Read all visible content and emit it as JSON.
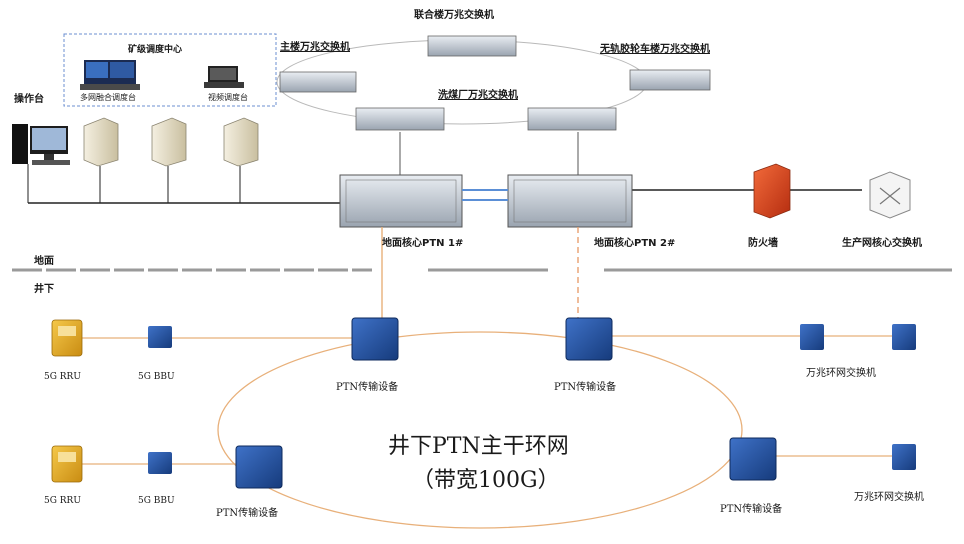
{
  "labels": {
    "lianhe_switch": "联合楼万兆交换机",
    "zhulou_switch": "主楼万兆交换机",
    "wugui_switch": "无轨胶轮车楼万兆交换机",
    "ximei_switch": "洗煤厂万兆交换机",
    "dispatch_center": "矿级调度中心",
    "fusion_console": "多网融合调度台",
    "video_console": "视频调度台",
    "operator_desk": "操作台",
    "core_ptn_1": "地面核心PTN 1#",
    "core_ptn_2": "地面核心PTN 2#",
    "firewall": "防火墙",
    "production_core_switch": "生产网核心交换机",
    "surface": "地面",
    "underground": "井下",
    "rru": "5G RRU",
    "bbu": "5G BBU",
    "ptn_device": "PTN传输设备",
    "ring_switch": "万兆环网交换机",
    "ring_title": "井下PTN主干环网",
    "ring_bandwidth": "（带宽100G）"
  },
  "colors": {
    "fiber": "#e8b07a",
    "core_link": "#5b8fd6",
    "device_blue": "#2a55a0",
    "rru_gold": "#e0a62a",
    "firewall": "#e0552a"
  }
}
